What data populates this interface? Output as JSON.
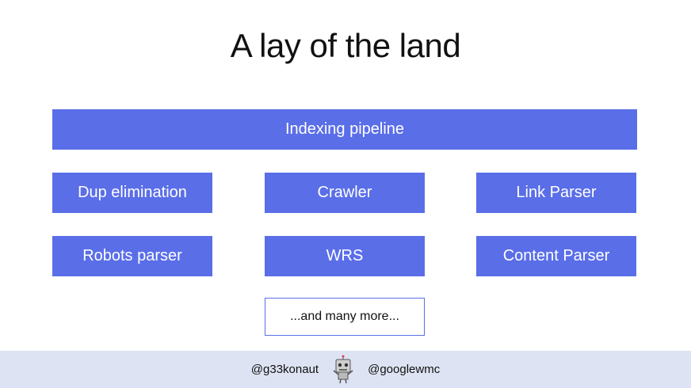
{
  "slide": {
    "title": "A lay of the land"
  },
  "diagram": {
    "top": "Indexing pipeline",
    "row1": [
      "Dup elimination",
      "Crawler",
      "Link Parser"
    ],
    "row2": [
      "Robots parser",
      "WRS",
      "Content Parser"
    ],
    "more": "...and many more..."
  },
  "footer": {
    "left_handle": "@g33konaut",
    "right_handle": "@googlewmc",
    "mascot_icon": "robot-mascot-icon"
  },
  "colors": {
    "box_fill": "#5a6ee8",
    "footer_band": "#dde3f2"
  }
}
